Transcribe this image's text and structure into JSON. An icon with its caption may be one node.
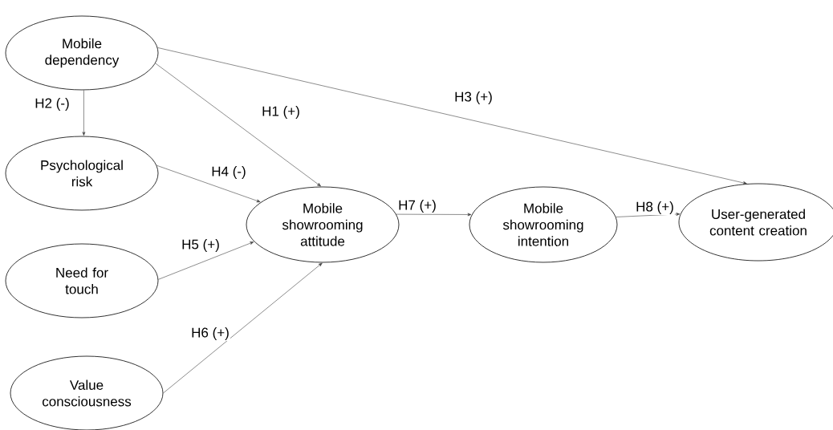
{
  "diagram": {
    "nodes": [
      {
        "text": [
          "Mobile dependency"
        ]
      },
      {
        "text": [
          "Psychological risk"
        ]
      },
      {
        "text": [
          "Need for touch"
        ]
      },
      {
        "text": [
          "Value consciousness"
        ]
      },
      {
        "text": [
          "Mobile showrooming attitude"
        ]
      },
      {
        "text": [
          "Mobile showrooming intention"
        ]
      },
      {
        "text": [
          "User-generated content creation"
        ]
      }
    ],
    "edges": [
      {
        "from": 0,
        "to": 4,
        "arrow": "to",
        "label": "H1 (+)"
      },
      {
        "from": 0,
        "to": 1,
        "arrow": "to",
        "label": "H2 (-)"
      },
      {
        "from": 0,
        "to": 6,
        "arrow": "to",
        "label": "H3 (+)"
      },
      {
        "from": 1,
        "to": 4,
        "arrow": "to",
        "label": "H4 (-)"
      },
      {
        "from": 2,
        "to": 4,
        "arrow": "to",
        "label": "H5 (+)"
      },
      {
        "from": 3,
        "to": 4,
        "arrow": "to",
        "label": "H6 (+)"
      },
      {
        "from": 4,
        "to": 5,
        "arrow": "to",
        "label": "H7 (+)"
      },
      {
        "from": 5,
        "to": 6,
        "arrow": "to",
        "label": "H8 (+)"
      }
    ]
  }
}
